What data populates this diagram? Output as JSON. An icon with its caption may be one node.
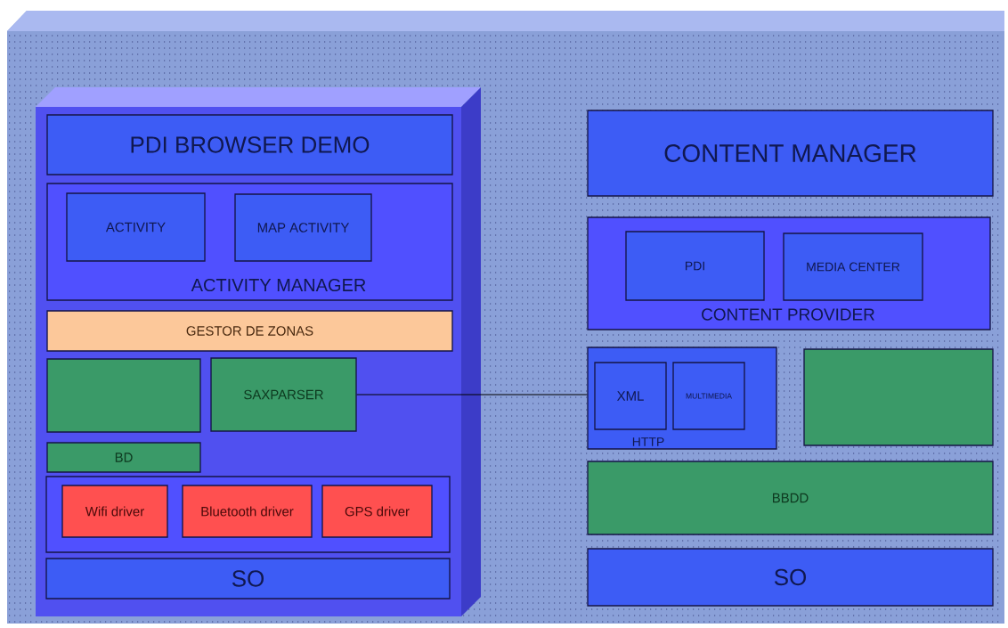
{
  "diagram": {
    "nodes": [
      {
        "text": [
          "PDI BROWSER DEMO"
        ]
      },
      {
        "text": [
          "ACTIVITY MANAGER"
        ]
      },
      {
        "text": [
          "ACTIVITY"
        ],
        "in": 1
      },
      {
        "text": [
          "MAP ACTIVITY"
        ],
        "in": 1
      },
      {
        "text": [
          "GESTOR DE ZONAS"
        ]
      },
      {
        "text": [],
        "shape": "box"
      },
      {
        "text": [
          "SAXPARSER"
        ]
      },
      {
        "text": [
          "BD"
        ]
      },
      {
        "text": [],
        "shape": "box"
      },
      {
        "text": [
          "Wifi driver"
        ],
        "in": 8
      },
      {
        "text": [
          "Bluetooth driver"
        ],
        "in": 8
      },
      {
        "text": [
          "GPS driver"
        ],
        "in": 8
      },
      {
        "text": [
          "SO"
        ]
      },
      {
        "text": [
          "CONTENT MANAGER"
        ]
      },
      {
        "text": [
          "CONTENT PROVIDER"
        ]
      },
      {
        "text": [
          "PDI"
        ],
        "in": 14
      },
      {
        "text": [
          "MEDIA CENTER"
        ],
        "in": 14
      },
      {
        "text": [
          "HTTP"
        ]
      },
      {
        "text": [
          "XML"
        ],
        "in": 17
      },
      {
        "text": [
          "MULTIMEDIA"
        ],
        "in": 17
      },
      {
        "text": [],
        "shape": "box"
      },
      {
        "text": [
          "BBDD"
        ]
      },
      {
        "text": [
          "SO"
        ]
      }
    ],
    "edges": [
      {
        "from": 6,
        "to": 17,
        "arrow": "none"
      }
    ]
  }
}
